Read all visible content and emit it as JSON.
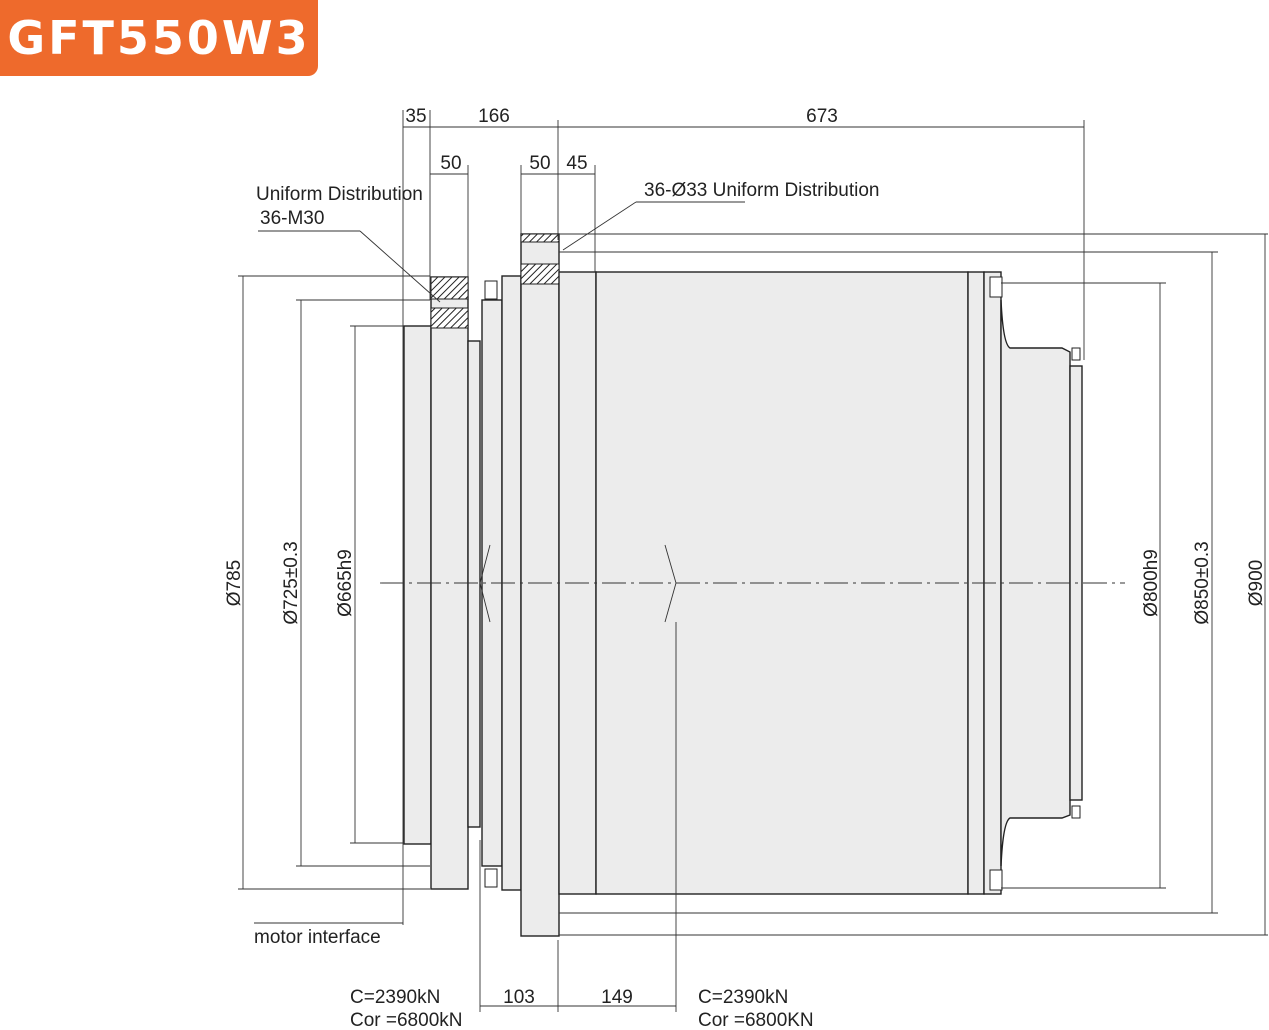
{
  "title": "GFT550W3",
  "dims": {
    "top_35": "35",
    "top_166": "166",
    "top_673": "673",
    "top_50a": "50",
    "top_50b": "50",
    "top_45": "45",
    "bottom_103": "103",
    "bottom_149": "149",
    "d785": "Ø785",
    "d725": "Ø725±0.3",
    "d665": "Ø665h9",
    "d800": "Ø800h9",
    "d850": "Ø850±0.3",
    "d900": "Ø900"
  },
  "notes": {
    "uniform_left": "Uniform Distribution",
    "m30": "36-M30",
    "holes_right": "36-Ø33 Uniform Distribution",
    "motor": "motor  interface",
    "c_left": "C=2390kN",
    "cor_left": "Cor =6800kN",
    "c_right": "C=2390kN",
    "cor_right": "Cor =6800KN"
  },
  "colors": {
    "badge": "#ee6a2c",
    "body_fill": "#ececec",
    "line": "#222222"
  }
}
